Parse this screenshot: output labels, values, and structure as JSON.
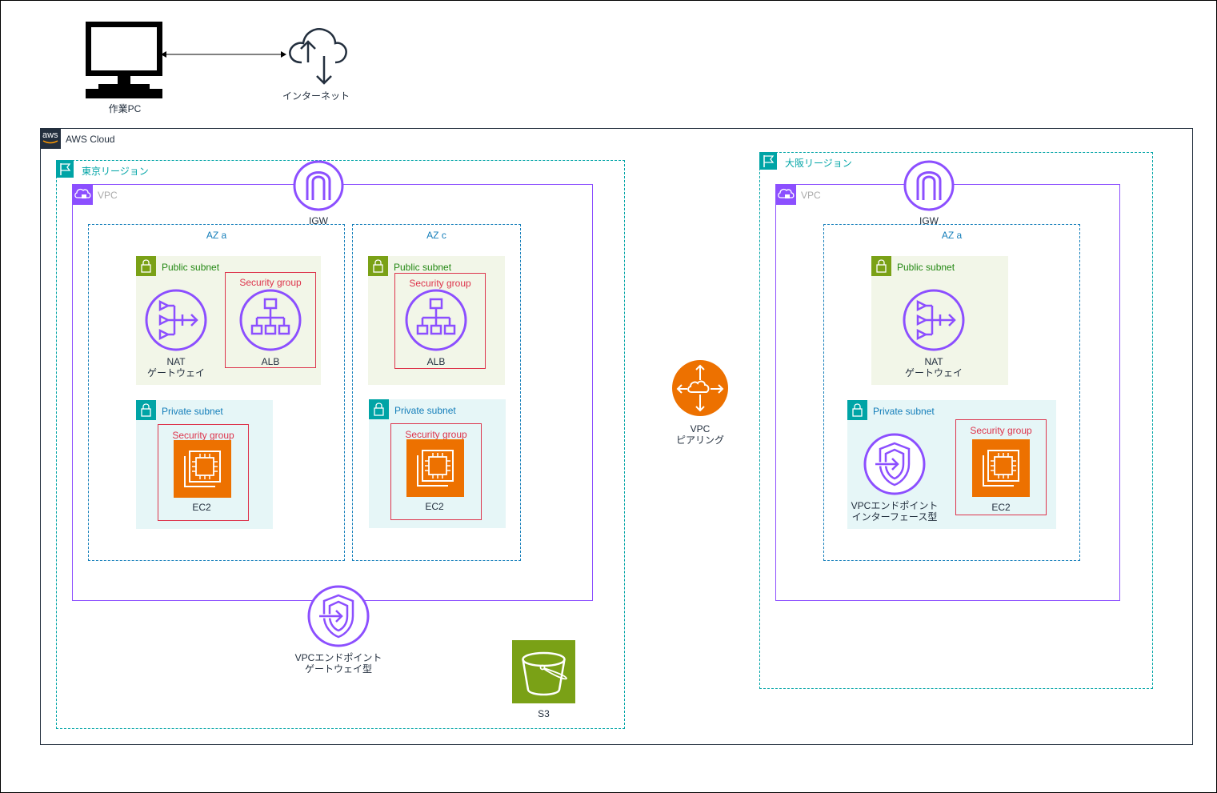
{
  "top": {
    "pc_label": "作業PC",
    "internet_label": "インターネット"
  },
  "cloud": {
    "label": "AWS Cloud"
  },
  "tokyo": {
    "region_label": "東京リージョン",
    "vpc_label": "VPC",
    "igw_label": "IGW",
    "az_a_label": "AZ a",
    "az_c_label": "AZ c",
    "pub_a_label": "Public subnet",
    "pub_c_label": "Public subnet",
    "priv_a_label": "Private subnet",
    "priv_c_label": "Private subnet",
    "sg_alb_a_label": "Security group",
    "sg_alb_c_label": "Security group",
    "sg_ec2_a_label": "Security group",
    "sg_ec2_c_label": "Security group",
    "nat_label": "NAT\nゲートウェイ",
    "alb_a_label": "ALB",
    "alb_c_label": "ALB",
    "ec2_a_label": "EC2",
    "ec2_c_label": "EC2",
    "gw_endpoint_label": "VPCエンドポイント\nゲートウェイ型",
    "s3_label": "S3"
  },
  "peering": {
    "label": "VPC\nピアリング"
  },
  "osaka": {
    "region_label": "大阪リージョン",
    "vpc_label": "VPC",
    "igw_label": "IGW",
    "az_a_label": "AZ a",
    "pub_label": "Public subnet",
    "priv_label": "Private subnet",
    "sg_label": "Security group",
    "nat_label": "NAT\nゲートウェイ",
    "if_endpoint_label": "VPCエンドポイント\nインターフェース型",
    "ec2_label": "EC2"
  },
  "colors": {
    "cloud_border": "#232f3e",
    "region_border": "#00a4a6",
    "vpc_border": "#8c4fff",
    "az_border": "#147eba",
    "public_subnet": "#7aa116",
    "private_subnet": "#00a4a6",
    "security_group": "#dd344c",
    "ec2": "#ed7100",
    "s3": "#7aa116"
  }
}
